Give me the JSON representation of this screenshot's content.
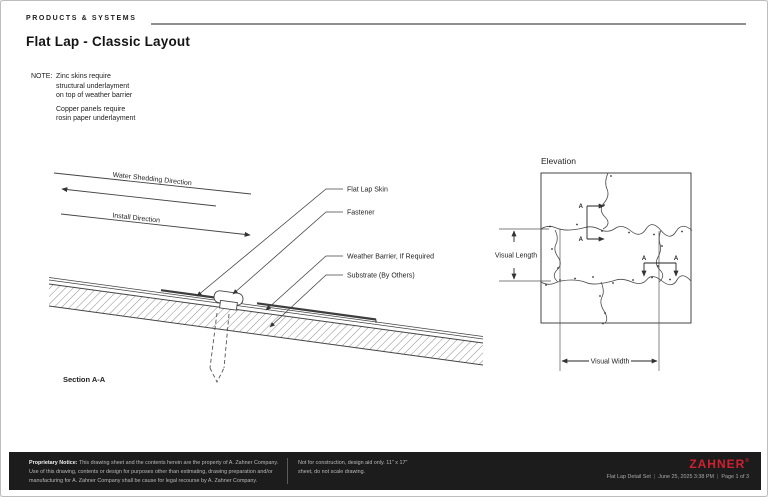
{
  "header": {
    "eyebrow": "PRODUCTS & SYSTEMS",
    "title": "Flat Lap - Classic Layout"
  },
  "note": {
    "label": "NOTE:",
    "para1": [
      "Zinc skins require",
      "structural underlayment",
      "on top of weather barrier"
    ],
    "para2": [
      "Copper panels require",
      "rosin paper underlayment"
    ]
  },
  "section_view": {
    "water_shedding": "Water Shedding Direction",
    "install": "Install Direction",
    "callout_flat_lap_skin": "Flat Lap Skin",
    "callout_fastener": "Fastener",
    "callout_weather_barrier": "Weather Barrier, If Required",
    "callout_substrate": "Substrate (By Others)",
    "caption": "Section A-A"
  },
  "elevation_view": {
    "title": "Elevation",
    "visual_length": "Visual Length",
    "visual_width": "Visual Width",
    "marker": "A"
  },
  "footer": {
    "proprietary_label": "Proprietary Notice:",
    "proprietary_line1": "This drawing sheet and the contents herein are the property of A. Zahner Company.",
    "proprietary_line2": "Use of this drawing, contents or design for purposes other than estimating, drawing preparation and/or",
    "proprietary_line3": "manufacturing for A. Zahner Company shall be cause for legal recourse by A. Zahner Company.",
    "usage_line1": "Not for construction, design aid only. 11\" x 17\"",
    "usage_line2": "sheet, do not scale drawing.",
    "brand": "ZAHNER",
    "brand_reg": "®",
    "brand_color": "#cf2030",
    "doc_title": "Flat Lap Detail Set",
    "separator": "|",
    "datetime": "June 25, 2025 3:38 PM",
    "page": "Page 1 of 3"
  }
}
